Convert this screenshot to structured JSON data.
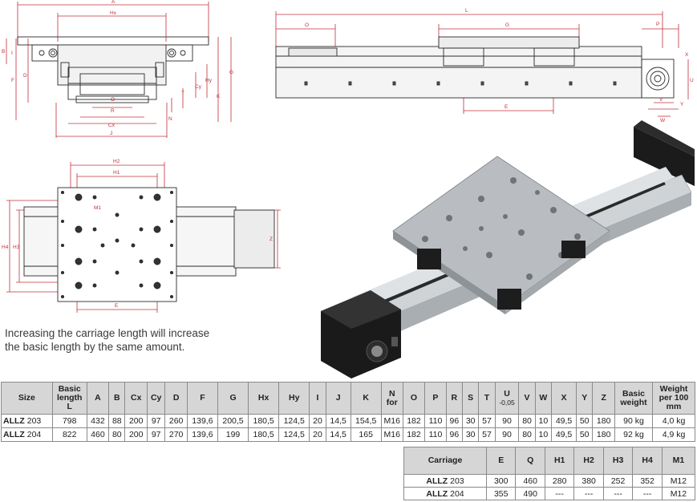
{
  "drawings": {
    "front_view": {
      "labels": [
        "A",
        "Hx",
        "B",
        "I",
        "F",
        "D",
        "O",
        "R",
        "Cx",
        "J",
        "Cy",
        "Hy",
        "K",
        "T",
        "N",
        "G"
      ]
    },
    "side_view": {
      "labels": [
        "L",
        "O",
        "G",
        "E",
        "P",
        "X",
        "U",
        "V",
        "W",
        "Y"
      ]
    },
    "top_view": {
      "labels": [
        "H2",
        "H1",
        "M1",
        "H4",
        "H3",
        "Z",
        "E"
      ]
    }
  },
  "note": {
    "line1": "Increasing the carriage length will increase",
    "line2": "the basic length by the same amount."
  },
  "table1": {
    "headers": [
      "Size",
      "Basic length L",
      "A",
      "B",
      "Cx",
      "Cy",
      "D",
      "F",
      "G",
      "Hx",
      "Hy",
      "I",
      "J",
      "K",
      "N for",
      "O",
      "P",
      "R",
      "S",
      "T",
      "U",
      "V",
      "W",
      "X",
      "Y",
      "Z",
      "Basic weight",
      "Weight per 100 mm"
    ],
    "u_tolerance": "-0,05",
    "rows": [
      {
        "name": "ALLZ",
        "size": "203",
        "cells": [
          "798",
          "432",
          "88",
          "200",
          "97",
          "260",
          "139,6",
          "200,5",
          "180,5",
          "124,5",
          "20",
          "14,5",
          "154,5",
          "M16",
          "182",
          "110",
          "96",
          "30",
          "57",
          "90",
          "80",
          "10",
          "49,5",
          "50",
          "180",
          "90 kg",
          "4,0 kg"
        ]
      },
      {
        "name": "ALLZ",
        "size": "204",
        "cells": [
          "822",
          "460",
          "80",
          "200",
          "97",
          "270",
          "139,6",
          "199",
          "180,5",
          "124,5",
          "20",
          "14,5",
          "165",
          "M16",
          "182",
          "110",
          "96",
          "30",
          "57",
          "90",
          "80",
          "10",
          "49,5",
          "50",
          "180",
          "92 kg",
          "4,9 kg"
        ]
      }
    ]
  },
  "table2": {
    "headers": [
      "Carriage",
      "E",
      "Q",
      "H1",
      "H2",
      "H3",
      "H4",
      "M1"
    ],
    "rows": [
      {
        "name": "ALLZ",
        "size": "203",
        "cells": [
          "300",
          "460",
          "280",
          "380",
          "252",
          "352",
          "M12"
        ]
      },
      {
        "name": "ALLZ",
        "size": "204",
        "cells": [
          "355",
          "490",
          "---",
          "---",
          "---",
          "---",
          "M12"
        ]
      }
    ]
  }
}
